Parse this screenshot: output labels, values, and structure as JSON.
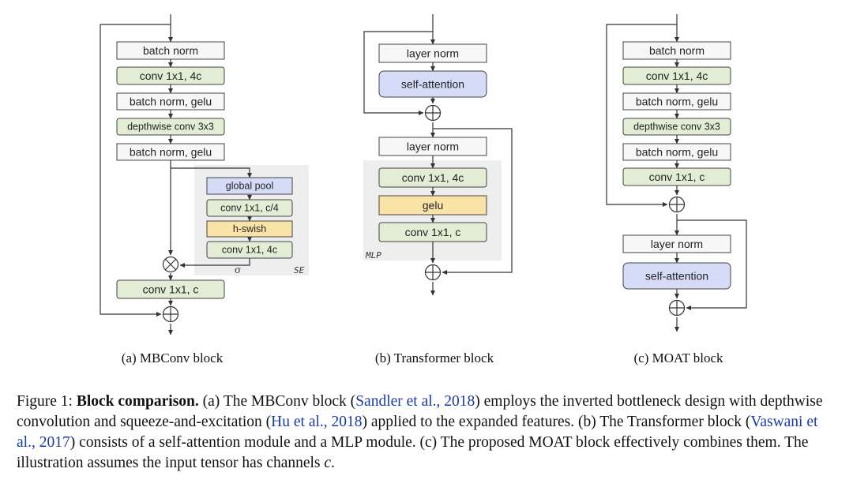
{
  "colors": {
    "plain": "#f7f7f7",
    "conv": "#e3edd5",
    "pool_attention": "#d6dcf7",
    "activation": "#fae3a6",
    "region": "#eeeeee",
    "citation": "#1a3aa8"
  },
  "mbconv": {
    "boxes": [
      "batch norm",
      "conv 1x1, 4c",
      "batch norm, gelu",
      "depthwise conv 3x3",
      "batch norm, gelu",
      "conv 1x1, c"
    ],
    "se_boxes": [
      "global pool",
      "conv 1x1, c/4",
      "h-swish",
      "conv 1x1, 4c"
    ],
    "se_label": "SE",
    "sigma_label": "σ",
    "caption": "(a) MBConv block"
  },
  "transformer": {
    "boxes": [
      "layer norm",
      "self-attention",
      "layer norm"
    ],
    "mlp_boxes": [
      "conv 1x1, 4c",
      "gelu",
      "conv 1x1, c"
    ],
    "mlp_label": "MLP",
    "caption": "(b) Transformer block"
  },
  "moat": {
    "boxes": [
      "batch norm",
      "conv 1x1, 4c",
      "batch norm, gelu",
      "depthwise conv 3x3",
      "batch norm, gelu",
      "conv 1x1, c",
      "layer norm",
      "self-attention"
    ],
    "caption": "(c) MOAT block"
  },
  "caption": {
    "figure_label": "Figure 1:",
    "title": "Block comparison.",
    "part1": "(a) The MBConv block (",
    "cite1": "Sandler et al., 2018",
    "part2": ") employs the inverted bottleneck design with depthwise convolution and squeeze-and-excitation (",
    "cite2": "Hu et al., 2018",
    "part3": ") applied to the expanded features. (b) The Transformer block (",
    "cite3": "Vaswani et al., 2017",
    "part4": ") consists of a self-attention module and a MLP module. (c) The proposed MOAT block effectively combines them. The illustration assumes the input tensor has channels ",
    "var_c": "c",
    "end": "."
  }
}
